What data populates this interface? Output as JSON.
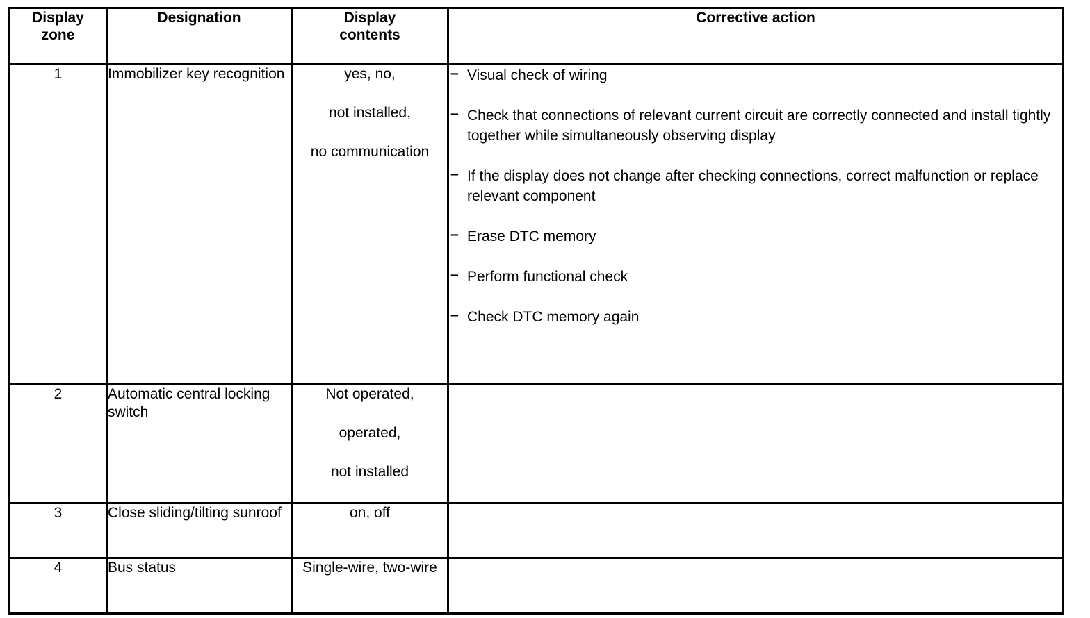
{
  "table": {
    "headers": [
      "Display\nzone",
      "Designation",
      "Display\ncontents",
      "Corrective action"
    ],
    "header_labels": {
      "display_zone_line1": "Display",
      "display_zone_line2": "zone",
      "designation": "Designation",
      "display_contents_line1": "Display",
      "display_contents_line2": "contents",
      "corrective_action": "Corrective action"
    },
    "rows": [
      {
        "zone": "1",
        "designation": "Immobilizer key recognition",
        "contents": [
          "yes, no,",
          "not installed,",
          "no communication"
        ],
        "corrective_action": [
          "Visual check of wiring",
          "Check that connections of relevant current circuit are correctly connected and install tightly together while simultaneously observing display",
          "If the display does not change after checking connections, correct malfunction or replace relevant component",
          "Erase DTC memory",
          "Perform functional check",
          "Check DTC memory again"
        ],
        "bullet_glyph": "–"
      },
      {
        "zone": "2",
        "designation": "Automatic central locking switch",
        "contents": [
          "Not operated,",
          "operated,",
          "not installed"
        ],
        "corrective_action": []
      },
      {
        "zone": "3",
        "designation": "Close sliding/tilting sunroof",
        "contents": [
          "on, off"
        ],
        "corrective_action": []
      },
      {
        "zone": "4",
        "designation": "Bus status",
        "contents": [
          "Single-wire, two-wire"
        ],
        "corrective_action": []
      }
    ]
  },
  "style": {
    "border_color": "#000000",
    "text_color": "#000000",
    "background": "#ffffff"
  }
}
